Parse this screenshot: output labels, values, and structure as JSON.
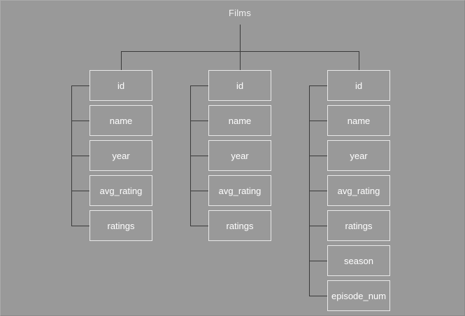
{
  "diagram": {
    "root": {
      "label": "Films"
    },
    "colors": {
      "background": "#999999",
      "box_border": "#e8e8e8",
      "connector": "#3a3a3a",
      "label_text": "#ffffff",
      "title_text": "#f2f2f2"
    },
    "columns": [
      {
        "name": "column-1",
        "fields": [
          "id",
          "name",
          "year",
          "avg_rating",
          "ratings"
        ]
      },
      {
        "name": "column-2",
        "fields": [
          "id",
          "name",
          "year",
          "avg_rating",
          "ratings"
        ]
      },
      {
        "name": "column-3",
        "fields": [
          "id",
          "name",
          "year",
          "avg_rating",
          "ratings",
          "season",
          "episode_num"
        ]
      }
    ]
  }
}
